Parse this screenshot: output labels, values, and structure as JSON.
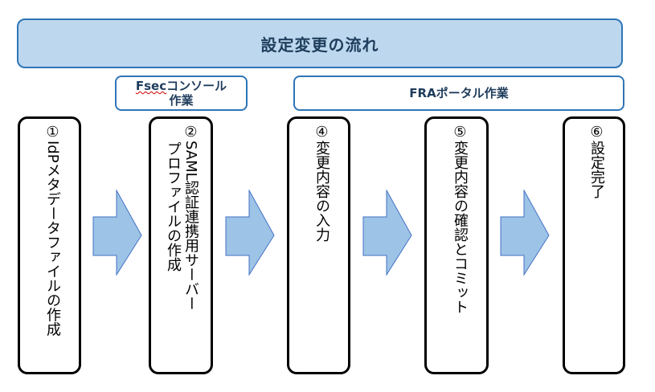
{
  "title": "設定変更の流れ",
  "phases": {
    "fsec": {
      "label_part1": "Fsec",
      "label_part2": "コンソール",
      "label_line2": "作業"
    },
    "fra": {
      "label": "FRAポータル作業"
    }
  },
  "steps": [
    {
      "number": "①",
      "lines": [
        "IdPメタデータファイルの作成"
      ]
    },
    {
      "number": "②",
      "lines": [
        "SAML認証連携用サーバー",
        "プロファイルの作成"
      ]
    },
    {
      "number": "④",
      "lines": [
        "変更内容の入力"
      ]
    },
    {
      "number": "⑤",
      "lines": [
        "変更内容の確認とコミット"
      ]
    },
    {
      "number": "⑥",
      "lines": [
        "設定完了"
      ]
    }
  ],
  "colors": {
    "header_fill": "#bdd7ee",
    "header_border": "#2e75b6",
    "arrow_fill": "#9dc3e6",
    "arrow_stroke": "#4472c4",
    "step_border": "#000000"
  }
}
